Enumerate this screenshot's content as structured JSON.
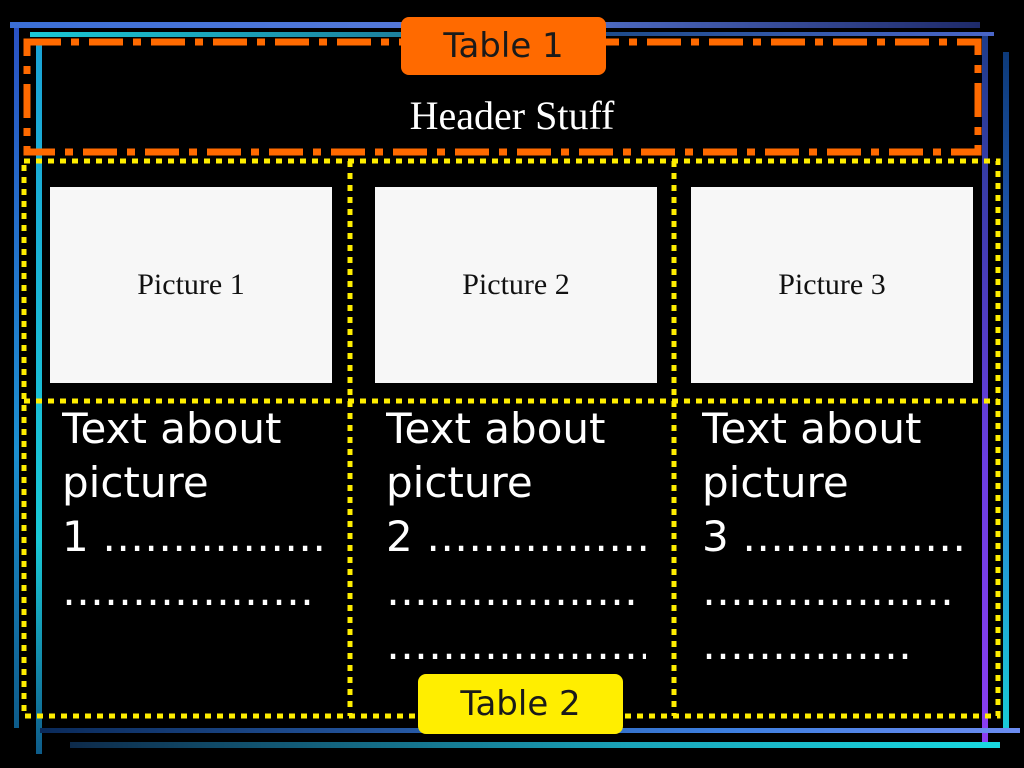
{
  "header": {
    "text": "Header Stuff"
  },
  "tags": {
    "table1": "Table 1",
    "table2": "Table 2"
  },
  "pictures": [
    {
      "label": "Picture 1",
      "text_lines": [
        "Text about",
        "picture",
        "1 ………………",
        "………………"
      ]
    },
    {
      "label": "Picture 2",
      "text_lines": [
        "Text about",
        "picture",
        "2 ………………",
        "……………… ..",
        "…………………"
      ]
    },
    {
      "label": "Picture 3",
      "text_lines": [
        "Text about",
        "picture",
        "3 ………………",
        "……………… ..",
        "……………"
      ]
    }
  ],
  "colors": {
    "background": "#000000",
    "table1_border": "#ff6a00",
    "table2_border": "#ffee00",
    "picture_fill": "#f7f7f7"
  }
}
